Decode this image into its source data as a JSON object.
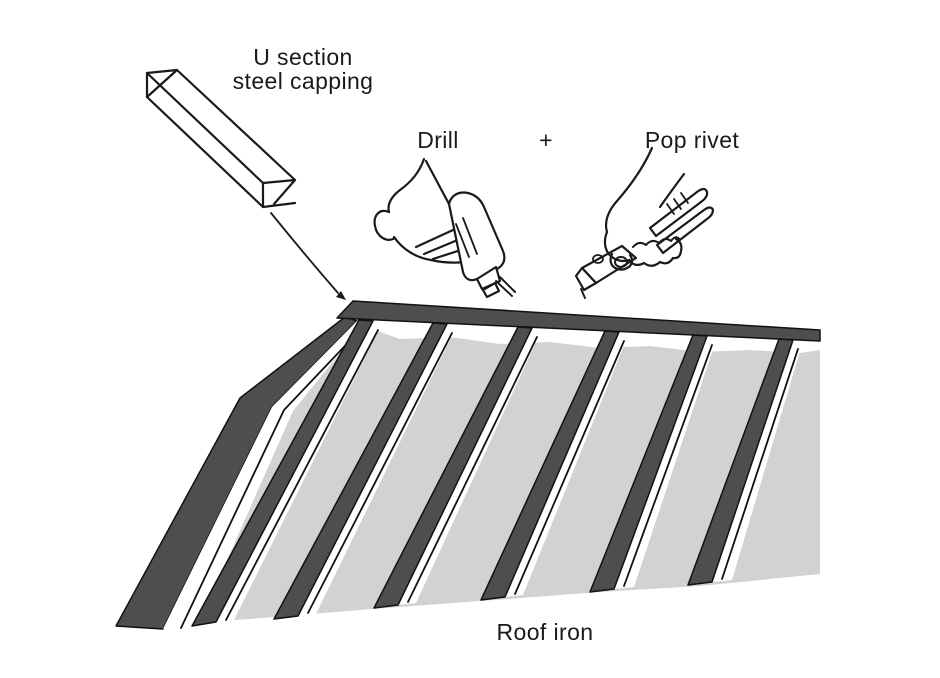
{
  "figure": {
    "labels": {
      "capping_line1": "U section",
      "capping_line2": "steel capping",
      "drill": "Drill",
      "plus": "+",
      "pop_rivet": "Pop rivet",
      "roof_iron": "Roof iron"
    },
    "colors": {
      "line": "#1a1a1a",
      "steel_dark": "#4e4e4e",
      "roof_pan": "#d2d2d2",
      "background": "#ffffff"
    }
  }
}
